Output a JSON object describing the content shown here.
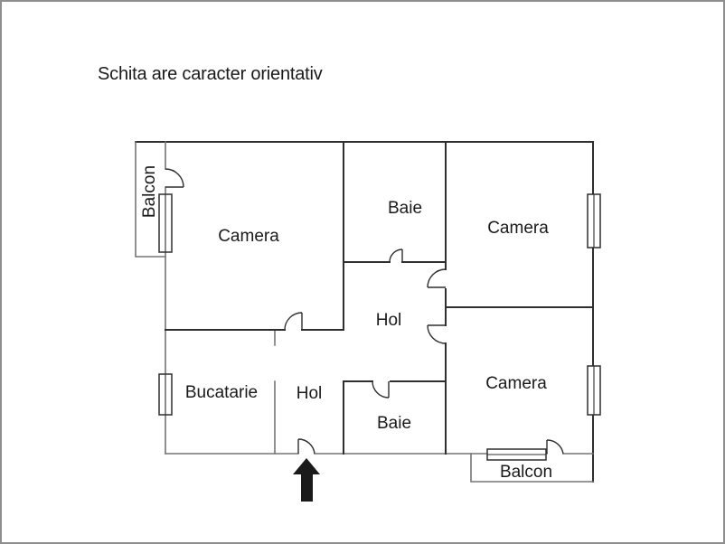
{
  "page": {
    "background": "#ffffff",
    "border_color": "#8e8e8e"
  },
  "floorplan": {
    "title": "Schita are caracter orientativ",
    "wall_color": "#2f2f2f",
    "outer_line_color": "#757575",
    "entrance_arrow_color": "#1a1a1a",
    "labels": {
      "balcon_left": "Balcon",
      "camera_top_left": "Camera",
      "baie_top": "Baie",
      "camera_top_right": "Camera",
      "hol_middle": "Hol",
      "bucatarie": "Bucatarie",
      "hol_bottom": "Hol",
      "baie_bottom": "Baie",
      "camera_bottom_right": "Camera",
      "balcon_bottom": "Balcon"
    }
  }
}
